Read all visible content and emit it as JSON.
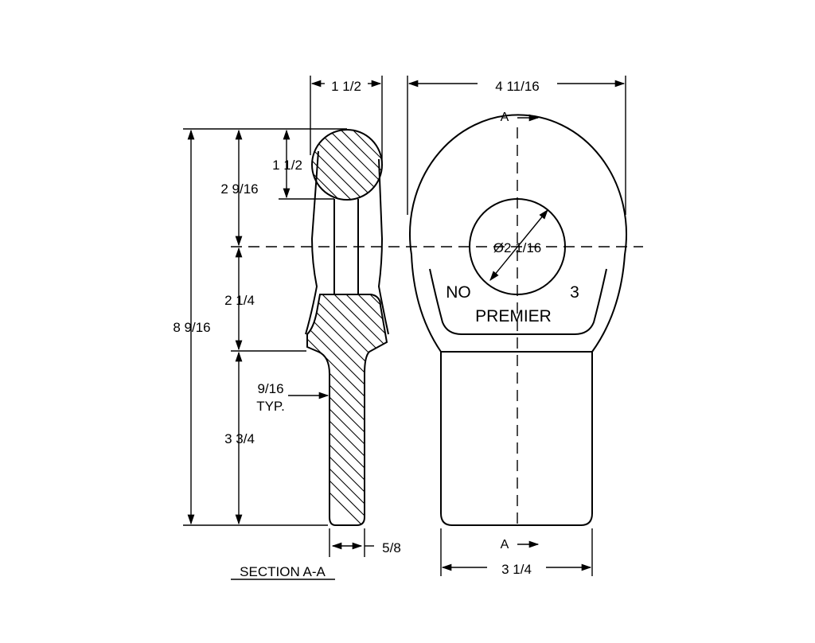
{
  "drawing": {
    "section_title": "SECTION A-A",
    "section_marker": "A",
    "stamp": {
      "left": "NO",
      "right": "3",
      "bottom": "PREMIER"
    },
    "dimensions": {
      "top_width_section": "1 1/2",
      "ball_diameter": "1 1/2",
      "ball_to_center": "2 9/16",
      "center_to_shank": "2 1/4",
      "overall_length": "8 9/16",
      "shank_length": "3 3/4",
      "chamfer_value": "9/16",
      "chamfer_note": "TYP.",
      "shank_thickness": "5/8",
      "eye_width": "4 11/16",
      "hole_diameter": "Ø2 1/16",
      "shank_width": "3 1/4"
    }
  }
}
